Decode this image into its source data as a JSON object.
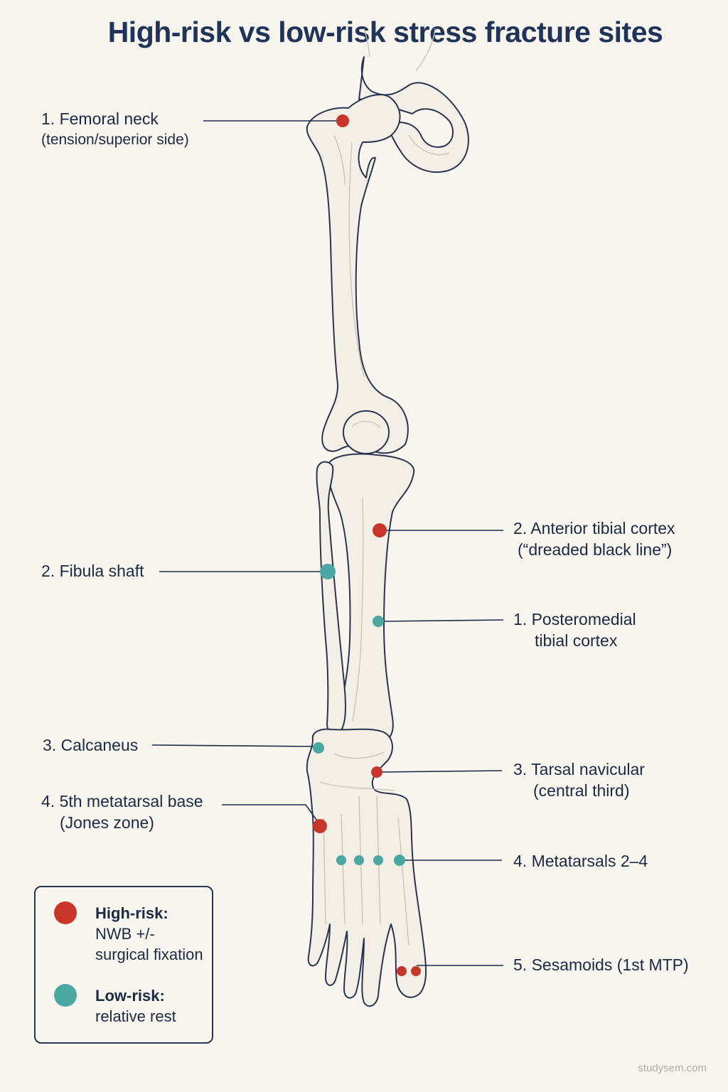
{
  "title": "High-risk vs low-risk stress fracture sites",
  "colors": {
    "high_risk": "#c8362b",
    "low_risk": "#4aa7a1",
    "line": "#1e2d48",
    "bone": "#f3efe6"
  },
  "labels": {
    "femoral_neck": {
      "line1": "1. Femoral neck",
      "line2": "(tension/superior side)",
      "risk": "high"
    },
    "anterior_tibial_cortex": {
      "line1": "2. Anterior tibial cortex",
      "line2": "(“dreaded black line”)",
      "risk": "high"
    },
    "fibula_shaft": {
      "line1": "2. Fibula shaft",
      "risk": "low"
    },
    "posteromedial_tibial_cortex": {
      "line1": "1.  Posteromedial",
      "line2": "tibial cortex",
      "risk": "low"
    },
    "calcaneus": {
      "line1": "3. Calcaneus",
      "risk": "low"
    },
    "tarsal_navicular": {
      "line1": "3. Tarsal navicular",
      "line2": "(central third)",
      "risk": "high"
    },
    "fifth_metatarsal_base": {
      "line1": "4. 5th metatarsal base",
      "line2": "(Jones zone)",
      "risk": "high"
    },
    "metatarsals_2_4": {
      "line1": "4. Metatarsals 2–4",
      "risk": "low"
    },
    "sesamoids": {
      "line1": "5. Sesamoids (1st MTP)",
      "risk": "high"
    }
  },
  "legend": {
    "high": {
      "label": "High-risk:",
      "line1": "NWB +/-",
      "line2": "surgical fixation"
    },
    "low": {
      "label": "Low-risk:",
      "line1": "relative rest"
    }
  },
  "watermark": "studysem.com"
}
